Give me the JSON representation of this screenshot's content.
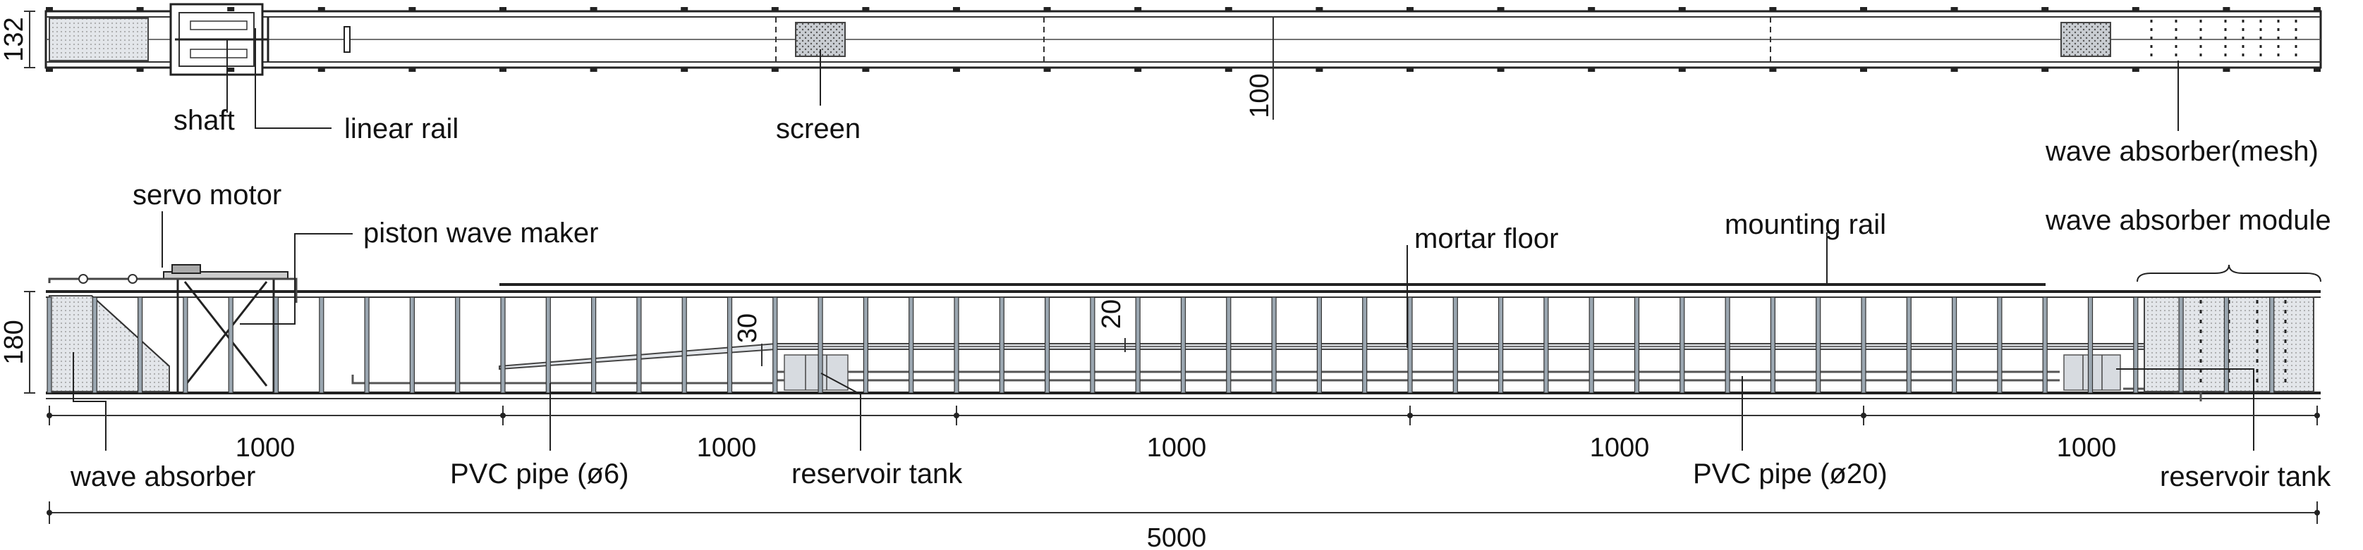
{
  "plan_view": {
    "dimensions": {
      "width": "132",
      "center_mark": "100"
    },
    "labels": {
      "shaft": "shaft",
      "linear_rail": "linear rail",
      "screen": "screen",
      "wave_absorber_mesh": "wave absorber(mesh)"
    }
  },
  "elevation_view": {
    "dimensions": {
      "height": "180",
      "slope_height": "30",
      "floor_height": "20"
    },
    "labels": {
      "servo_motor": "servo motor",
      "piston_wave_maker": "piston wave maker",
      "mortar_floor": "mortar floor",
      "mounting_rail": "mounting rail",
      "wave_absorber_module": "wave absorber module",
      "wave_absorber": "wave absorber",
      "pvc_pipe_6": "PVC pipe (ø6)",
      "reservoir_tank_1": "reservoir tank",
      "pvc_pipe_20": "PVC pipe (ø20)",
      "reservoir_tank_2": "reservoir tank"
    }
  },
  "dimension_line": {
    "segments": [
      "1000",
      "1000",
      "1000",
      "1000",
      "1000"
    ],
    "total": "5000"
  }
}
